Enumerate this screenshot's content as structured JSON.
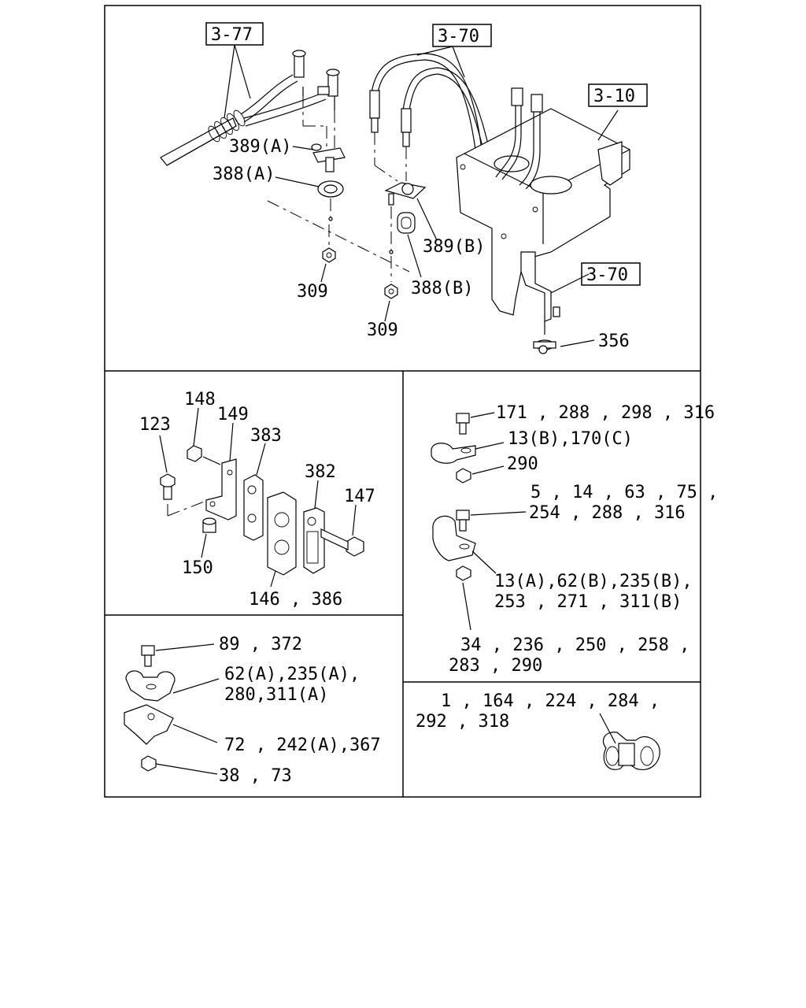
{
  "references": {
    "ref_3_77": "3-77",
    "ref_3_70_top": "3-70",
    "ref_3_10": "3-10",
    "ref_3_70_right": "3-70"
  },
  "callouts_top": {
    "c389a": "389(A)",
    "c388a": "388(A)",
    "c389b": "389(B)",
    "c388b": "388(B)",
    "c309_left": "309",
    "c309_right": "309",
    "c356": "356"
  },
  "callouts_mid_left": {
    "c148": "148",
    "c149": "149",
    "c123": "123",
    "c383": "383",
    "c382": "382",
    "c147": "147",
    "c150": "150",
    "c146": "146 , 386"
  },
  "callouts_mid_right": {
    "l1": "171 , 288 , 298 , 316",
    "l2": "13(B),170(C)",
    "l3": "290",
    "l4": "5 , 14 , 63 , 75 ,",
    "l5": "254 , 288 , 316",
    "l6": "13(A),62(B),235(B),",
    "l7": "253 , 271 , 311(B)",
    "l8": "34 , 236 , 250 , 258 ,",
    "l9": "283 , 290"
  },
  "callouts_bottom_left": {
    "l1": "89 , 372",
    "l2": "62(A),235(A),",
    "l3": "280,311(A)",
    "l4": "72 , 242(A),367",
    "l5": "38 , 73"
  },
  "callouts_bottom_right": {
    "l1": "1 , 164 , 224 , 284 ,",
    "l2": "292 , 318"
  }
}
